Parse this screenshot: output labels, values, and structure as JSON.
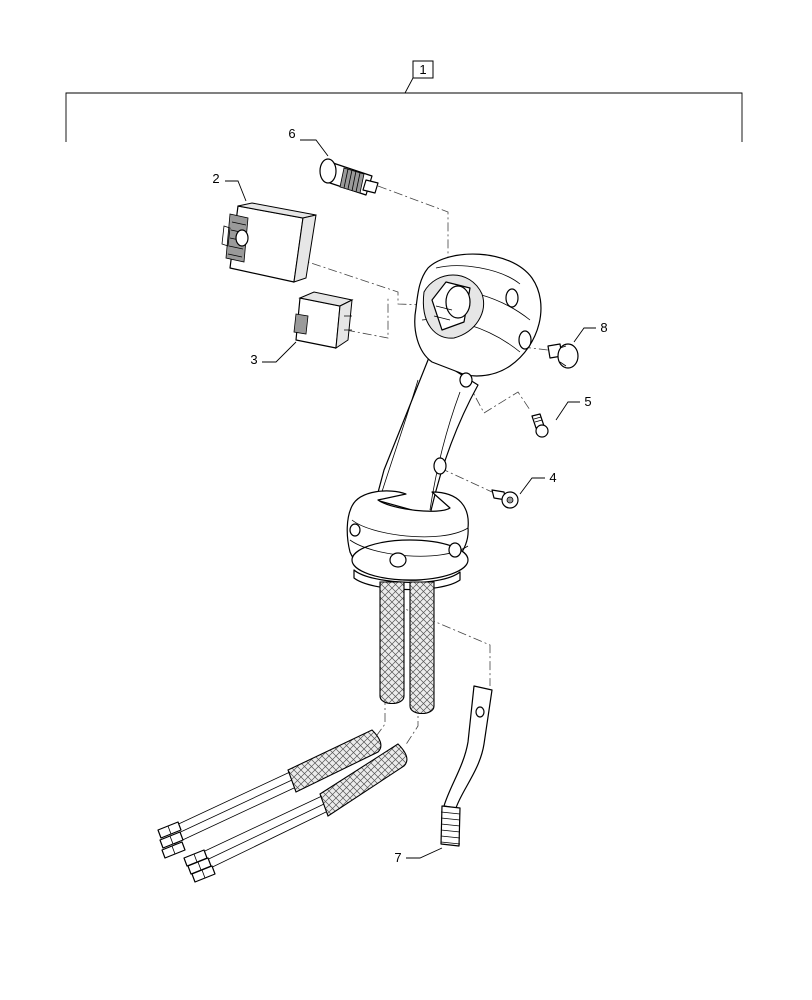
{
  "callouts": {
    "assembly": "1",
    "switch_large": "2",
    "switch_small": "3",
    "screw_lower": "4",
    "screw_upper": "5",
    "push_button": "6",
    "rod": "7",
    "cap": "8"
  }
}
